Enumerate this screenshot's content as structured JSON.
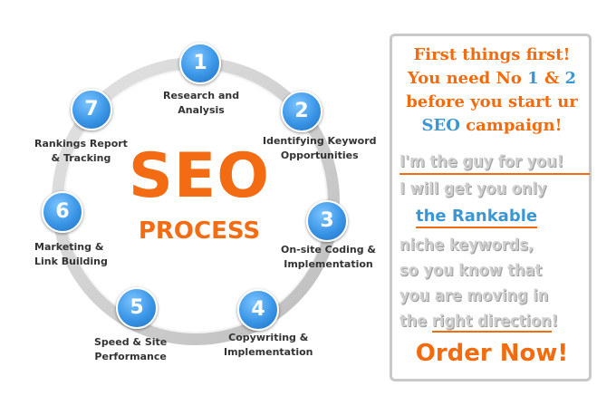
{
  "wheel": {
    "center_title": "SEO",
    "center_subtitle": "PROCESS",
    "steps": [
      {
        "number": "1",
        "label_line1": "Research and",
        "label_line2": "Analysis"
      },
      {
        "number": "2",
        "label_line1": "Identifying Keyword",
        "label_line2": "Opportunities"
      },
      {
        "number": "3",
        "label_line1": "On-site Coding &",
        "label_line2": "Implementation"
      },
      {
        "number": "4",
        "label_line1": "Copywriting &",
        "label_line2": "Implementation"
      },
      {
        "number": "5",
        "label_line1": "Speed & Site",
        "label_line2": "Performance"
      },
      {
        "number": "6",
        "label_line1": "Marketing &",
        "label_line2": "Link Building"
      },
      {
        "number": "7",
        "label_line1": "Rankings Report",
        "label_line2": "& Tracking"
      }
    ]
  },
  "promo": {
    "headline_line1": "First things first!",
    "headline_line2_a": "You need No ",
    "headline_line2_b": "1",
    "headline_line2_c": " & ",
    "headline_line2_d": "2",
    "headline_line3": "before you start ur",
    "headline_line4_a": "SEO",
    "headline_line4_b": " campaign!",
    "pitch_line1": "I'm the guy for you!",
    "pitch_line2": "I will get  you only",
    "pitch_rankable": "the Rankable",
    "pitch_line4": "niche keywords,",
    "pitch_line5": "so you know that",
    "pitch_line6": "you are moving in",
    "pitch_line7_a": "the ",
    "pitch_line7_b": "right direction",
    "pitch_line7_c": "!",
    "order_button": "Order Now!"
  },
  "colors": {
    "orange": "#f26b0f",
    "blue": "#3b97d3",
    "ring_gray": "#cfcfcf",
    "pitch_gray": "#cfcfcf"
  }
}
